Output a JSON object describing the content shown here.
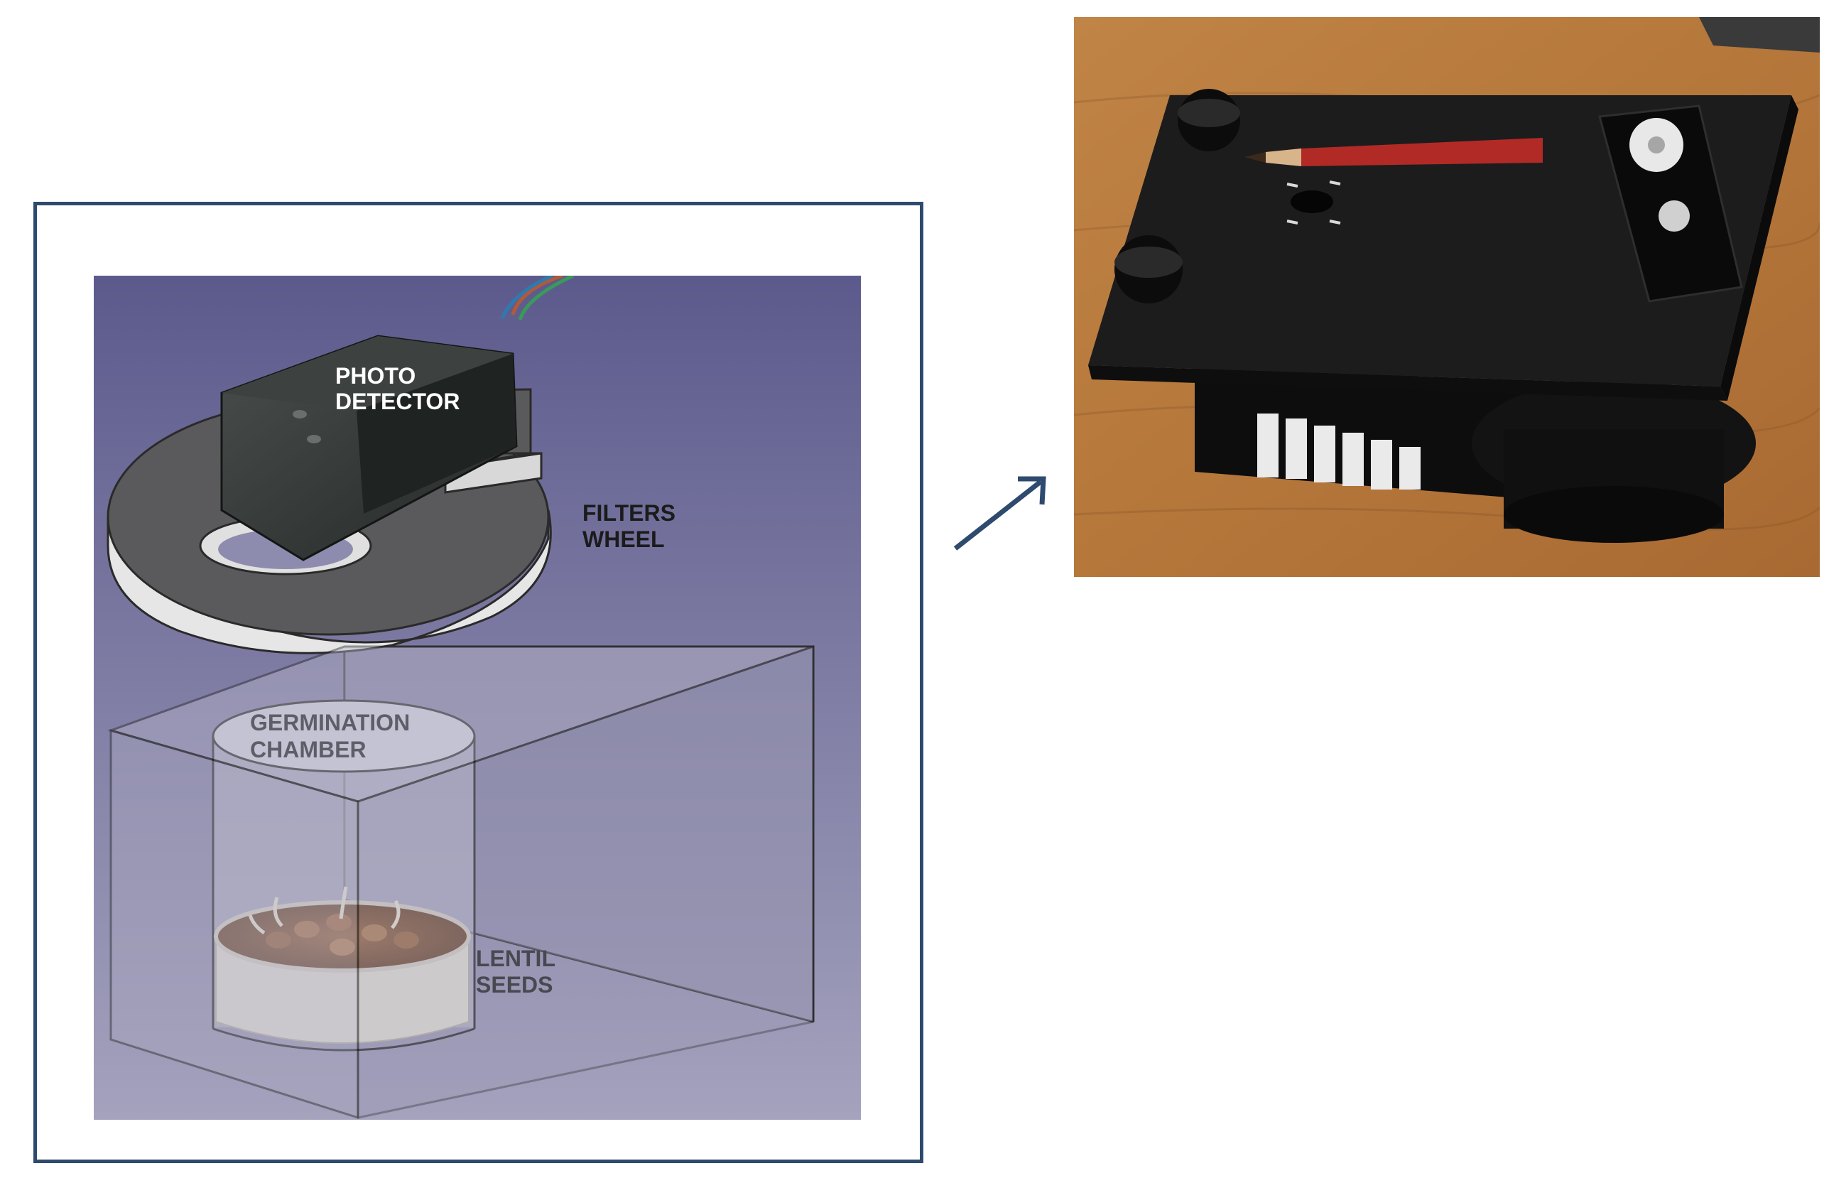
{
  "figure": {
    "labels": {
      "photo_detector": [
        "PHOTO",
        "DETECTOR"
      ],
      "filters_wheel": [
        "FILTERS",
        "WHEEL"
      ],
      "germination_chamber": [
        "GERMINATION",
        "CHAMBER"
      ],
      "lentil_seeds": [
        "LENTIL",
        "SEEDS"
      ]
    },
    "colors": {
      "frame": "#2e4a6e",
      "cad_background_top": "#5c5a8c",
      "cad_background_bottom": "#a4a2bd",
      "arrow": "#2e4a6e",
      "wood": "#b97a3c"
    },
    "icons": {
      "arrow": "arrow-up-right-icon"
    }
  }
}
